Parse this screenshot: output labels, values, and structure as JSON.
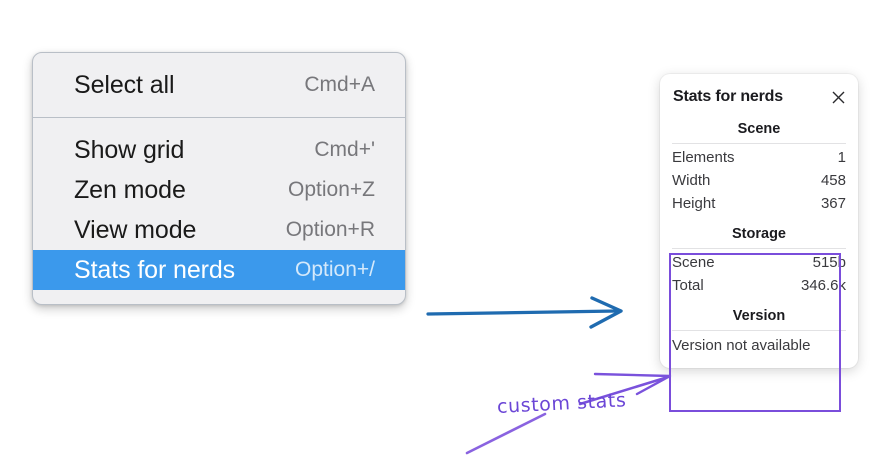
{
  "context_menu": {
    "groups": [
      {
        "items": [
          {
            "label": "Select all",
            "shortcut": "Cmd+A",
            "selected": false
          }
        ]
      },
      {
        "items": [
          {
            "label": "Show grid",
            "shortcut": "Cmd+'",
            "selected": false
          },
          {
            "label": "Zen mode",
            "shortcut": "Option+Z",
            "selected": false
          },
          {
            "label": "View mode",
            "shortcut": "Option+R",
            "selected": false
          },
          {
            "label": "Stats for nerds",
            "shortcut": "Option+/",
            "selected": true
          }
        ]
      }
    ],
    "highlight_color": "#3b99ec"
  },
  "stats_panel": {
    "title": "Stats for nerds",
    "close_icon": "close-icon",
    "sections": [
      {
        "title": "Scene",
        "rows": [
          {
            "key": "Elements",
            "value": "1"
          },
          {
            "key": "Width",
            "value": "458"
          },
          {
            "key": "Height",
            "value": "367"
          }
        ]
      },
      {
        "title": "Storage",
        "rows": [
          {
            "key": "Scene",
            "value": "515b"
          },
          {
            "key": "Total",
            "value": "346.6k"
          }
        ]
      },
      {
        "title": "Version",
        "single_row": "Version not available"
      }
    ]
  },
  "annotations": {
    "label": "custom stats",
    "label_color": "#6b46d6",
    "box_color": "#7a4ddb",
    "arrow_blue_color": "#1f6bb0",
    "arrow_purple_color": "#7a52dc"
  }
}
